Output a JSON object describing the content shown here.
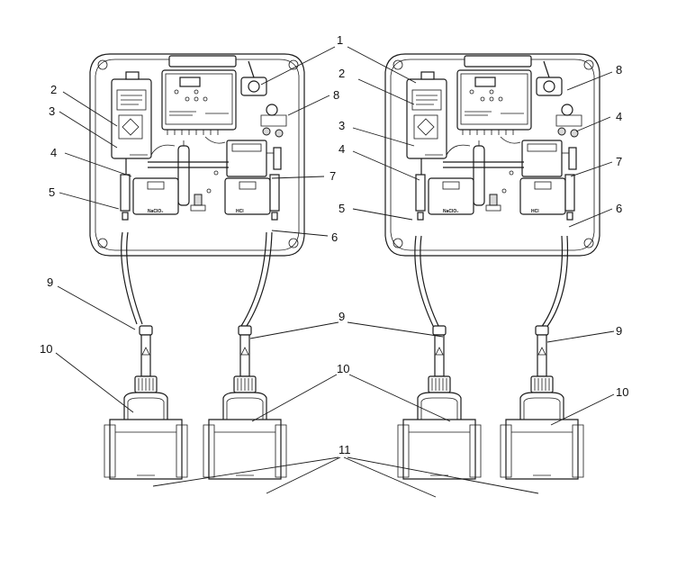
{
  "callouts": {
    "c1": "1",
    "c2": "2",
    "c3": "3",
    "c4": "4",
    "c5": "5",
    "c6": "6",
    "c7": "7",
    "c8": "8",
    "c9": "9",
    "c10": "10",
    "c11": "11"
  },
  "container_labels": {
    "left": "NaClO₂",
    "right": "HCl"
  }
}
